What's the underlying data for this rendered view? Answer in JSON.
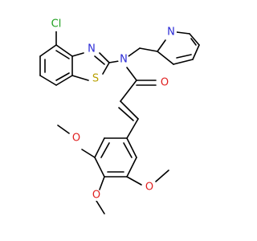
{
  "molecule": {
    "atoms": [
      {
        "id": "Cl",
        "label": "Cl",
        "color": "#1fa01f"
      },
      {
        "id": "N_thiazole",
        "label": "N",
        "color": "#2a2ad6"
      },
      {
        "id": "S_thiazole",
        "label": "S",
        "color": "#b8a000"
      },
      {
        "id": "N_amide",
        "label": "N",
        "color": "#2a2ad6"
      },
      {
        "id": "N_pyridine",
        "label": "N",
        "color": "#2a2ad6"
      },
      {
        "id": "O_carbonyl",
        "label": "O",
        "color": "#e02020"
      },
      {
        "id": "O_methoxy_left",
        "label": "O",
        "color": "#e02020"
      },
      {
        "id": "O_methoxy_middle",
        "label": "O",
        "color": "#e02020"
      },
      {
        "id": "O_methoxy_right",
        "label": "O",
        "color": "#e02020"
      }
    ]
  }
}
